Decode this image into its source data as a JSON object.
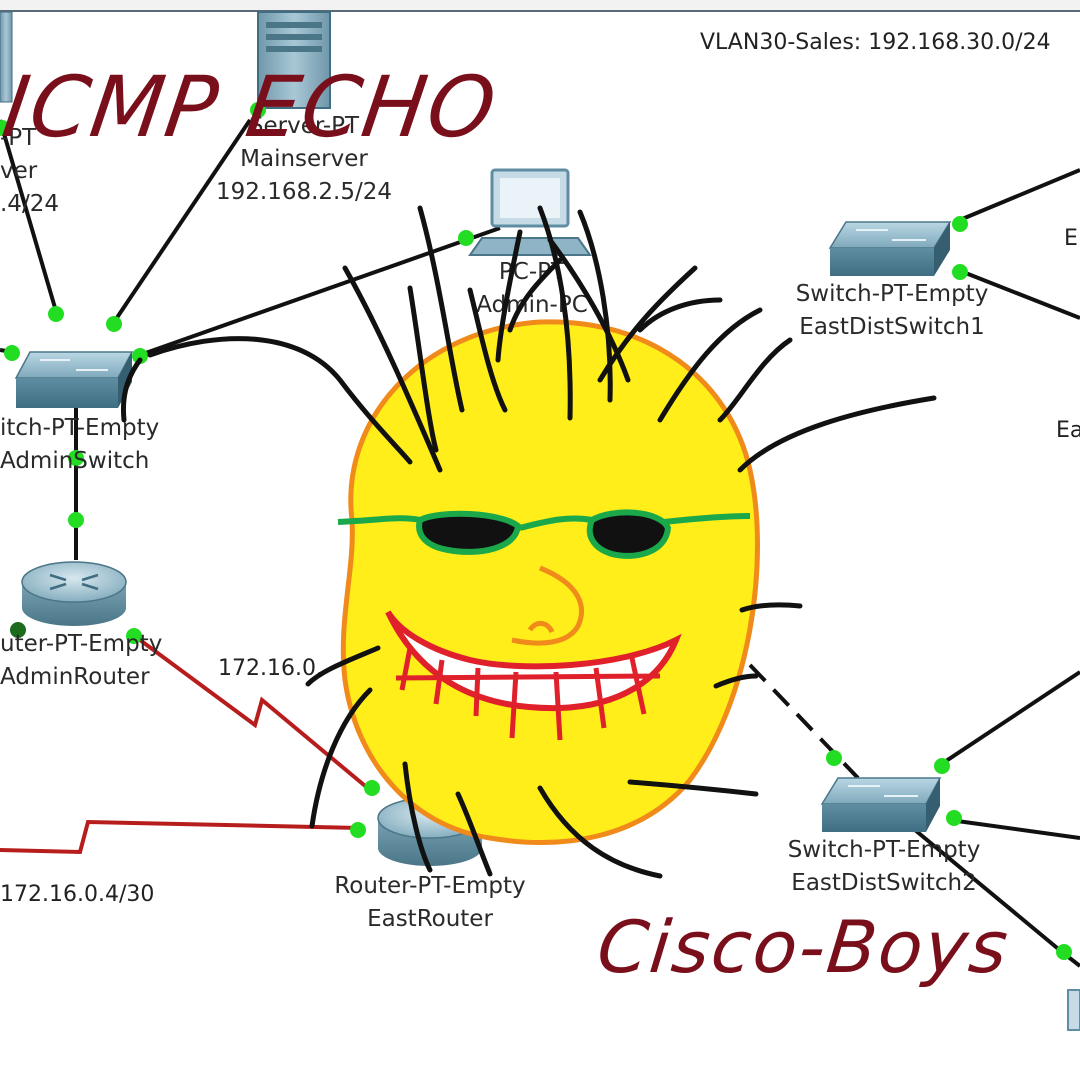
{
  "header": {
    "vlan_label": "VLAN30-Sales: 192.168.30.0/24"
  },
  "doodle": {
    "title_top": "ICMP ECHO",
    "title_bottom": "Cisco-Boys"
  },
  "devices": {
    "left_server": {
      "type": "-PT",
      "name": "ver",
      "ip": ".4/24"
    },
    "main_server": {
      "type": "Server-PT",
      "name": "Mainserver",
      "ip": "192.168.2.5/24"
    },
    "admin_pc": {
      "type": "PC-PT",
      "name": "Admin-PC"
    },
    "admin_switch": {
      "type": "itch-PT-Empty",
      "name": "AdminSwitch"
    },
    "admin_router": {
      "type": "uter-PT-Empty",
      "name": "AdminRouter"
    },
    "east_router": {
      "type": "Router-PT-Empty",
      "name": "EastRouter"
    },
    "east_dist_switch1": {
      "type": "Switch-PT-Empty",
      "name": "EastDistSwitch1"
    },
    "east_dist_switch2": {
      "type": "Switch-PT-Empty",
      "name": "EastDistSwitch2"
    },
    "right_partial_label_1": "E",
    "right_partial_label_2": "Ea"
  },
  "links": {
    "serial_net_mid": "172.16.0.",
    "serial_net_bottom": "172.16.0.4/30"
  },
  "colors": {
    "link": "#111111",
    "serial": "#b81d1d",
    "port_up": "#22dd22",
    "port_down": "#1d6b1d",
    "face_fill": "#ffee1a",
    "face_outline": "#f08a1a",
    "glasses": "#1aa84a",
    "mouth": "#e0202a",
    "scrawl_text": "#7a0f1c"
  },
  "icons": [
    "server-icon",
    "pc-icon",
    "switch-icon",
    "router-icon"
  ]
}
